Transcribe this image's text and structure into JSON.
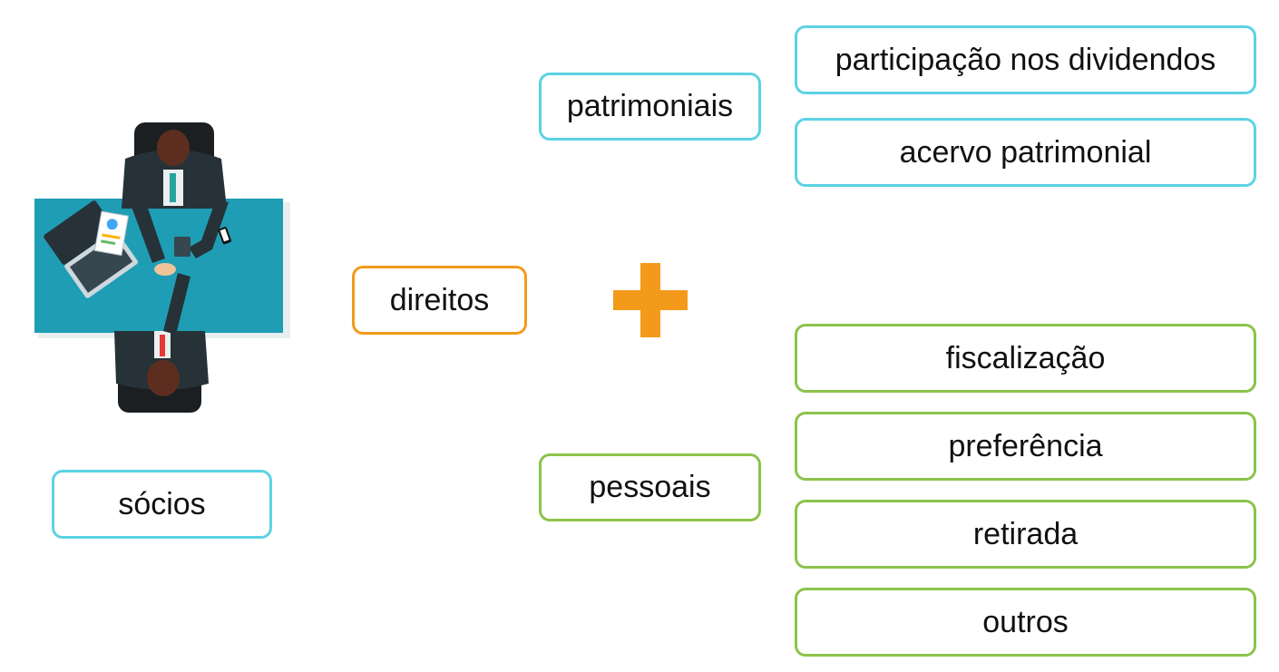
{
  "colors": {
    "cyan": "#5bd3e3",
    "orange": "#f39a1b",
    "green": "#8bc34a",
    "table": "#1e9db5"
  },
  "illustration": {
    "icon": "business-handshake-meeting-icon"
  },
  "nodes": {
    "socios": "sócios",
    "direitos": "direitos",
    "patrimoniais": "patrimoniais",
    "pessoais": "pessoais",
    "plus_icon": "plus-icon"
  },
  "patrimoniais_items": [
    "participação nos dividendos",
    "acervo patrimonial"
  ],
  "pessoais_items": [
    "fiscalização",
    "preferência",
    "retirada",
    "outros"
  ]
}
